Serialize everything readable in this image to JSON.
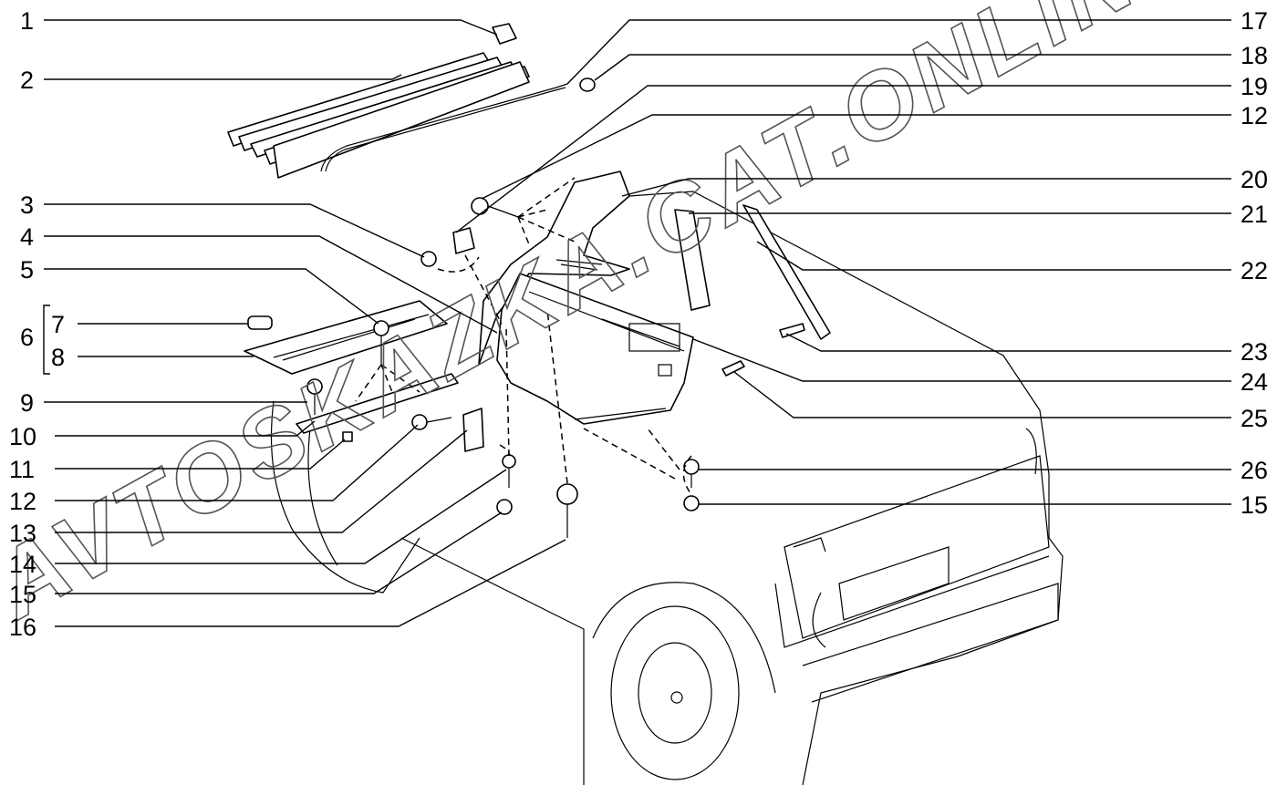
{
  "diagram": {
    "watermark": "AVTOSKAZKA.CAT.ONLINE",
    "left_callouts": [
      {
        "id": "c1",
        "number": "1"
      },
      {
        "id": "c2",
        "number": "2"
      },
      {
        "id": "c3",
        "number": "3"
      },
      {
        "id": "c4",
        "number": "4"
      },
      {
        "id": "c5",
        "number": "5"
      },
      {
        "id": "c6",
        "number": "6"
      },
      {
        "id": "c7",
        "number": "7"
      },
      {
        "id": "c8",
        "number": "8"
      },
      {
        "id": "c9",
        "number": "9"
      },
      {
        "id": "c10",
        "number": "10"
      },
      {
        "id": "c11",
        "number": "11"
      },
      {
        "id": "c12",
        "number": "12"
      },
      {
        "id": "c13",
        "number": "13"
      },
      {
        "id": "c14",
        "number": "14"
      },
      {
        "id": "c15",
        "number": "15"
      },
      {
        "id": "c16",
        "number": "16"
      }
    ],
    "right_callouts": [
      {
        "id": "c17",
        "number": "17"
      },
      {
        "id": "c18",
        "number": "18"
      },
      {
        "id": "c19",
        "number": "19"
      },
      {
        "id": "c12r",
        "number": "12"
      },
      {
        "id": "c20",
        "number": "20"
      },
      {
        "id": "c21",
        "number": "21"
      },
      {
        "id": "c22",
        "number": "22"
      },
      {
        "id": "c23",
        "number": "23"
      },
      {
        "id": "c24",
        "number": "24"
      },
      {
        "id": "c25",
        "number": "25"
      },
      {
        "id": "c26",
        "number": "26"
      },
      {
        "id": "c15r",
        "number": "15"
      }
    ]
  }
}
